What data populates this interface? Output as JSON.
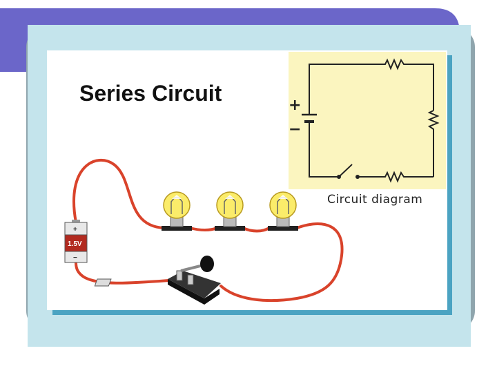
{
  "slide": {
    "title": "Series Circuit",
    "diagram_caption": "Circuit diagram",
    "schematic": {
      "positive_symbol": "+",
      "negative_symbol": "−"
    },
    "battery": {
      "label": "1.5V",
      "positive_symbol": "+",
      "negative_symbol": "−"
    },
    "bulb_count": 3,
    "colors": {
      "theme_bar": "#6b66c9",
      "frame_blue": "#c4e4ec",
      "frame_shadow": "#4ba3c2",
      "diagram_panel": "#fbf5bf",
      "wire": "#d9432b"
    }
  }
}
